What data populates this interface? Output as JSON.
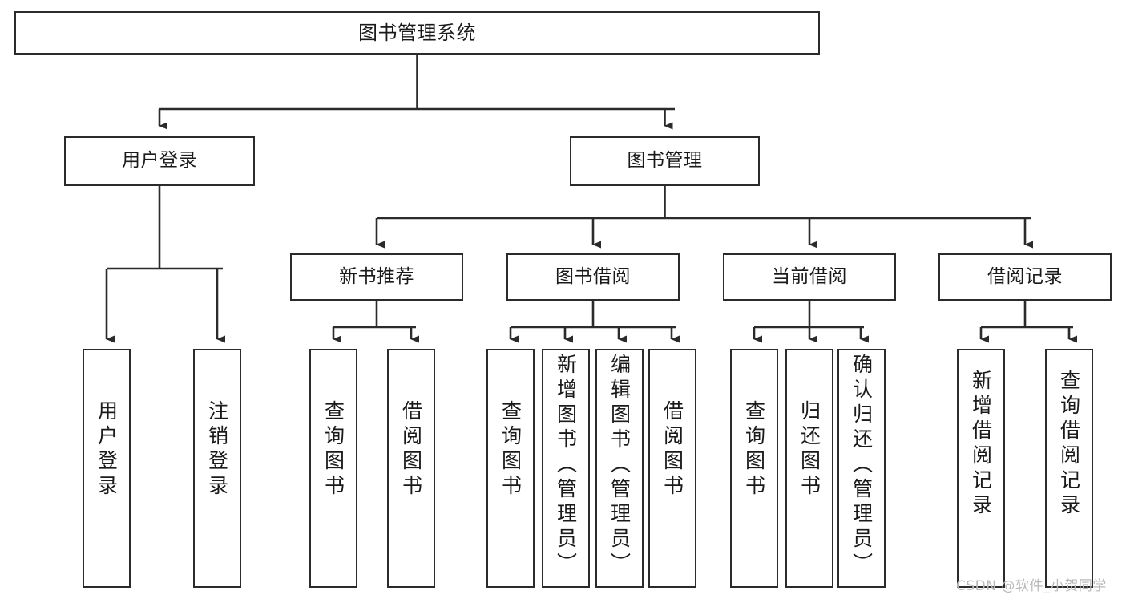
{
  "diagram": {
    "title": "图书管理系统",
    "type": "tree-hierarchy-chart",
    "colors": {
      "stroke": "#2b2b2b",
      "fill": "#ffffff",
      "text": "#1a1a1a",
      "watermark": "#b9b9b9"
    },
    "watermark": "CSDN @软件_小贺同学",
    "nodes": {
      "root": {
        "label": "图书管理系统"
      },
      "level1": [
        {
          "id": "user-login",
          "label": "用户登录"
        },
        {
          "id": "book-manage",
          "label": "图书管理"
        }
      ],
      "level2": [
        {
          "id": "new-book-recommend",
          "label": "新书推荐"
        },
        {
          "id": "book-borrow",
          "label": "图书借阅"
        },
        {
          "id": "current-borrow",
          "label": "当前借阅"
        },
        {
          "id": "borrow-record",
          "label": "借阅记录"
        }
      ],
      "leaves": [
        {
          "id": "leaf-user-login",
          "label": "用户登录",
          "parent": "user-login"
        },
        {
          "id": "leaf-logout-login",
          "label": "注销登录",
          "parent": "user-login"
        },
        {
          "id": "leaf-query-book-1",
          "label": "查询图书",
          "parent": "new-book-recommend"
        },
        {
          "id": "leaf-borrow-book-1",
          "label": "借阅图书",
          "parent": "new-book-recommend"
        },
        {
          "id": "leaf-query-book-2",
          "label": "查询图书",
          "parent": "book-borrow"
        },
        {
          "id": "leaf-add-book",
          "label": "新增图书（管理员）",
          "parent": "book-borrow"
        },
        {
          "id": "leaf-edit-book",
          "label": "编辑图书（管理员）",
          "parent": "book-borrow"
        },
        {
          "id": "leaf-borrow-book-2",
          "label": "借阅图书",
          "parent": "book-borrow"
        },
        {
          "id": "leaf-query-book-3",
          "label": "查询图书",
          "parent": "current-borrow"
        },
        {
          "id": "leaf-return-book",
          "label": "归还图书",
          "parent": "current-borrow"
        },
        {
          "id": "leaf-confirm-return",
          "label": "确认归还（管理员）",
          "parent": "current-borrow"
        },
        {
          "id": "leaf-add-record",
          "label": "新增借阅记录",
          "parent": "borrow-record"
        },
        {
          "id": "leaf-query-record",
          "label": "查询借阅记录",
          "parent": "borrow-record"
        }
      ]
    }
  }
}
